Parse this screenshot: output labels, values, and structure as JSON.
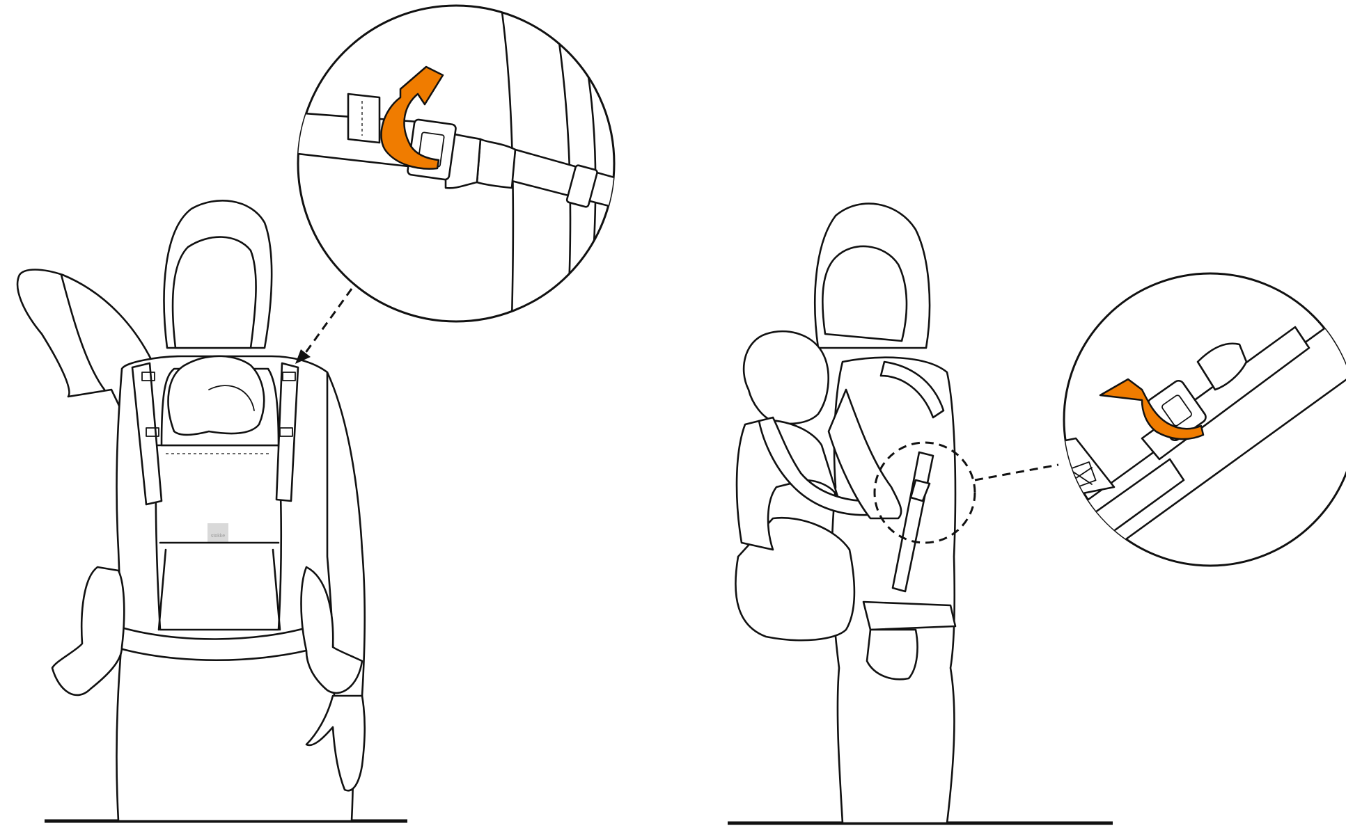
{
  "figures": [
    {
      "name": "front-view",
      "description": ""
    },
    {
      "name": "side-view",
      "description": ""
    }
  ],
  "colors": {
    "accent": "#f07c00",
    "line": "#111111",
    "background": "#ffffff"
  },
  "logo_text": "stokke"
}
